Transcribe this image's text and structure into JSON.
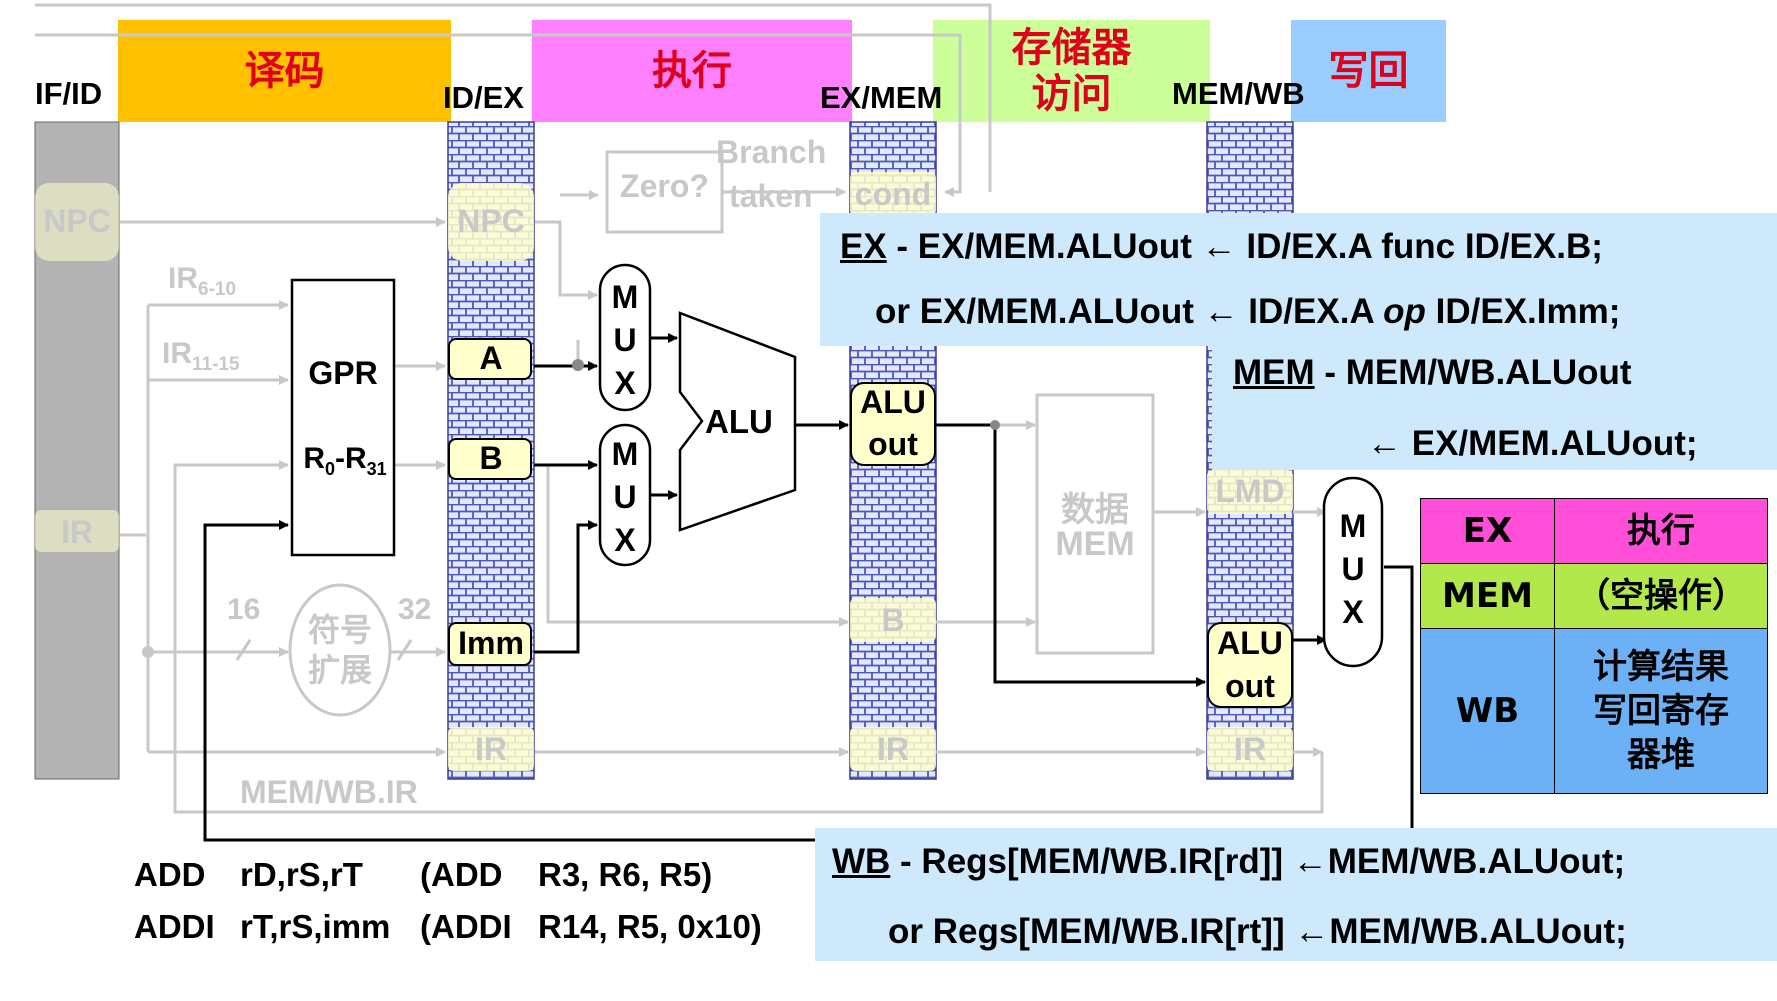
{
  "banners": {
    "decode": "译码",
    "execute": "执行",
    "memory_line1": "存储器",
    "memory_line2": "访问",
    "writeback": "写回"
  },
  "pipeline_registers": {
    "if_id": "IF/ID",
    "id_ex": "ID/EX",
    "ex_mem": "EX/MEM",
    "mem_wb": "MEM/WB"
  },
  "blocks": {
    "npc": "NPC",
    "ir": "IR",
    "gpr": "GPR",
    "gpr_range_r": "R",
    "gpr_range_0": "0",
    "gpr_range_dash": "-R",
    "gpr_range_31": "31",
    "ir_6_10": "IR",
    "ir_6_10_sub": "6-10",
    "ir_11_15": "IR",
    "ir_11_15_sub": "11-15",
    "a": "A",
    "b": "B",
    "imm": "Imm",
    "mux_m": "M",
    "mux_u": "U",
    "mux_x": "X",
    "alu": "ALU",
    "zero": "Zero?",
    "branch": "Branch",
    "taken": "taken",
    "cond": "cond",
    "aluout_1": "ALU",
    "aluout_2": "out",
    "data_mem_1": "数据",
    "data_mem_2": "MEM",
    "lmd": "LMD",
    "sign_ext_1": "符号",
    "sign_ext_2": "扩展",
    "width_16": "16",
    "width_32": "32",
    "mem_wb_ir": "MEM/WB.IR"
  },
  "notes": {
    "ex_label": "EX",
    "ex_line1": " - EX/MEM.ALUout ← ID/EX.A func ID/EX.B;",
    "ex_line2_a": "or EX/MEM.ALUout ← ID/EX.A ",
    "ex_line2_op": "op",
    "ex_line2_b": " ID/EX.Imm;",
    "mem_label": "MEM",
    "mem_line1": " - MEM/WB.ALUout",
    "mem_line2": "← EX/MEM.ALUout;",
    "wb_label": "WB",
    "wb_line1": " - Regs[MEM/WB.IR[rd]] ←MEM/WB.ALUout;",
    "wb_line2": "or Regs[MEM/WB.IR[rt]] ←MEM/WB.ALUout;"
  },
  "stage_table": [
    {
      "stage": "EX",
      "action": "执行",
      "color": "#ff4fd8"
    },
    {
      "stage": "MEM",
      "action": "（空操作）",
      "color": "#b3e84a"
    },
    {
      "stage": "WB",
      "action": "计算结果写回寄存器堆",
      "action_lines": [
        "计算结果",
        "写回寄存",
        "器堆"
      ],
      "color": "#6cb0f5"
    }
  ],
  "instructions": [
    {
      "op": "ADD",
      "format": "rD,rS,rT",
      "example": "(ADD",
      "args": "R3, R6, R5)"
    },
    {
      "op": "ADDI",
      "format": "rT,rS,imm",
      "example": "(ADDI",
      "args": "R14, R5, 0x10)"
    }
  ],
  "colors": {
    "decode_banner": "#ffc000",
    "execute_banner": "#ff80ff",
    "memory_banner": "#ccff99",
    "writeback_banner": "#99ccff",
    "banner_text": "#e0001a",
    "reg_fill": "#ffffcc",
    "note_fill": "#cde9fb",
    "faded": "#c8c8c8"
  }
}
